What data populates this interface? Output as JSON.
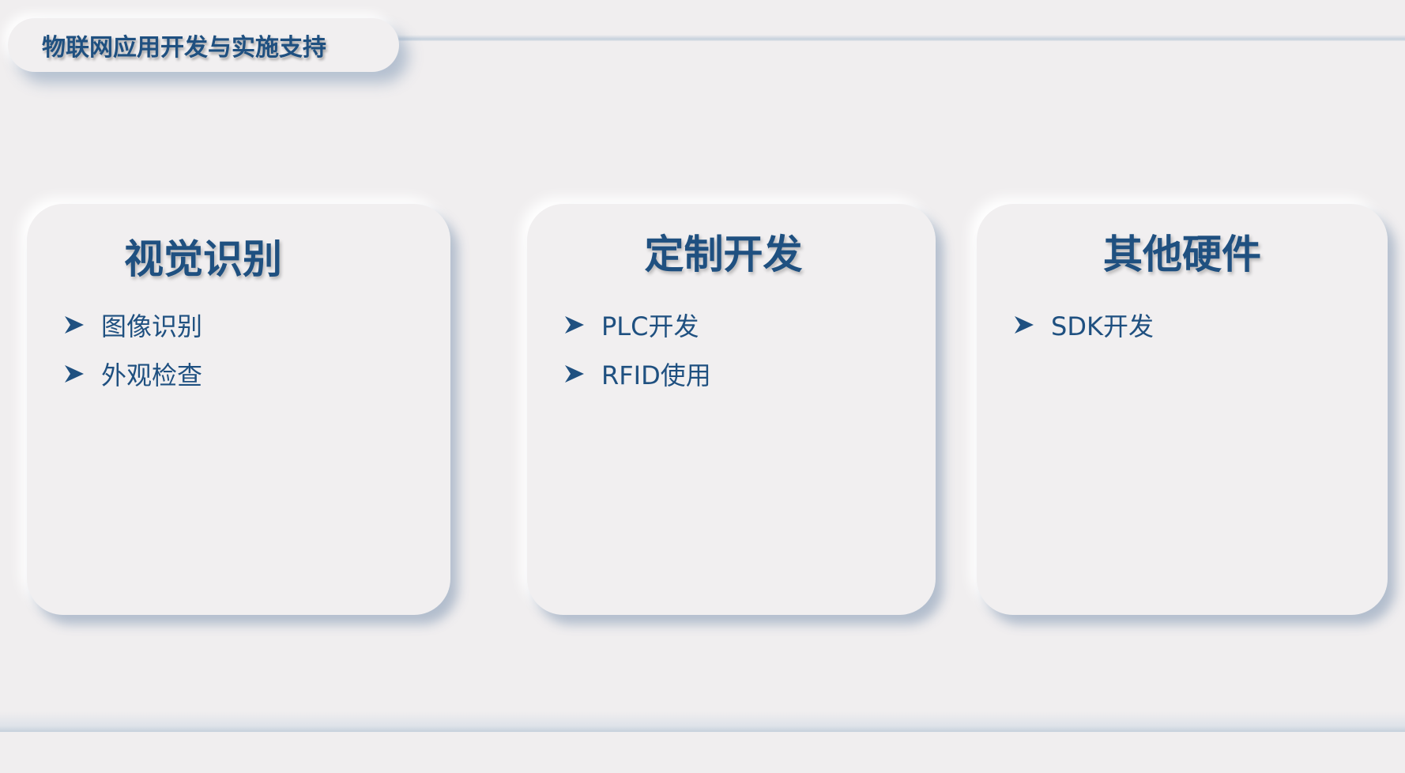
{
  "header": {
    "title": "物联网应用开发与实施支持"
  },
  "cards": [
    {
      "title": "视觉识别",
      "items": [
        "图像识别",
        "外观检查"
      ]
    },
    {
      "title": "定制开发",
      "items": [
        "PLC开发",
        "RFID使用"
      ]
    },
    {
      "title": "其他硬件",
      "items": [
        "SDK开发"
      ]
    }
  ],
  "colors": {
    "text": "#1f5080",
    "background": "#f0eeef"
  },
  "icons": {
    "bullet": "arrowhead-bullet-icon"
  }
}
